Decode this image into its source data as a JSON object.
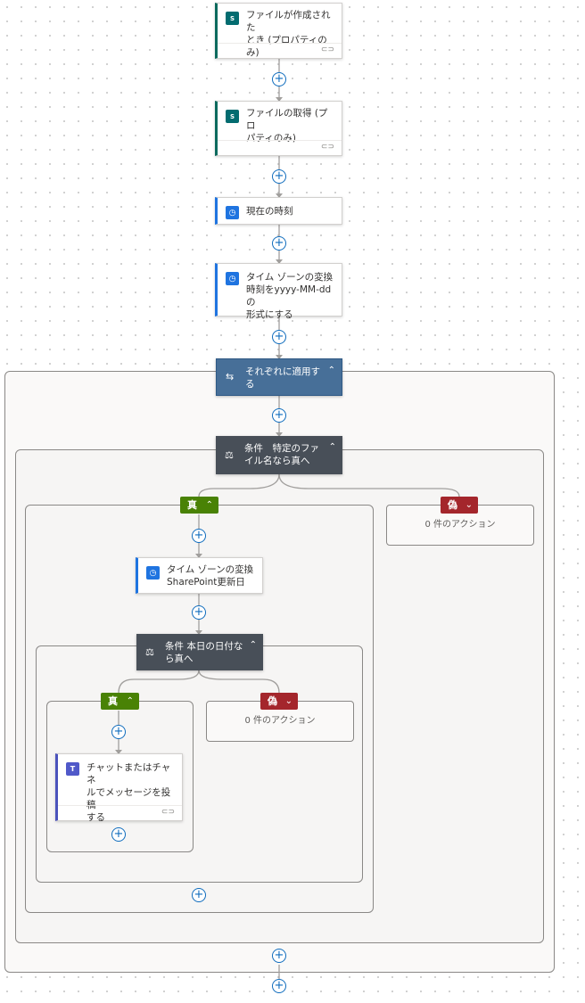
{
  "actions": {
    "file_created": {
      "title": "ファイルが作成された\nとき (プロパティのみ)",
      "icon": "sharepoint-icon"
    },
    "get_file": {
      "title": "ファイルの取得 (プロ\nパティのみ)",
      "icon": "sharepoint-icon"
    },
    "current_time": {
      "title": "現在の時刻",
      "icon": "clock-icon"
    },
    "convert_tz_1": {
      "title": "タイム ゾーンの変換\n時刻をyyyy-MM-ddの\n形式にする",
      "icon": "clock-icon"
    },
    "apply_each": {
      "title": "それぞれに適用す\nる",
      "icon": "loop-icon"
    },
    "condition_1": {
      "title": "条件　特定のファ\nイル名なら真へ",
      "icon": "condition-icon"
    },
    "convert_tz_2": {
      "title": "タイム ゾーンの変換\nSharePoint更新日",
      "icon": "clock-icon"
    },
    "condition_2": {
      "title": "条件 本日の日付な\nら真へ",
      "icon": "condition-icon"
    },
    "post_message": {
      "title": "チャットまたはチャネ\nルでメッセージを投稿\nする",
      "icon": "teams-icon"
    }
  },
  "branches": {
    "true_label": "真",
    "false_label": "偽",
    "empty_text": "0 件のアクション"
  },
  "symbols": {
    "plus": "+",
    "chevron_up": "⌃",
    "chevron_down": "⌄",
    "link": "⊂⊃"
  },
  "colors": {
    "sharepoint_accent": "#0b6a5d",
    "clock_accent": "#1f74e0",
    "teams_accent": "#4b53bc",
    "loop_header": "#476f98",
    "condition_header": "#484f58",
    "true_branch": "#498205",
    "false_branch": "#a4262c",
    "plus_button": "#0f6cbd"
  }
}
